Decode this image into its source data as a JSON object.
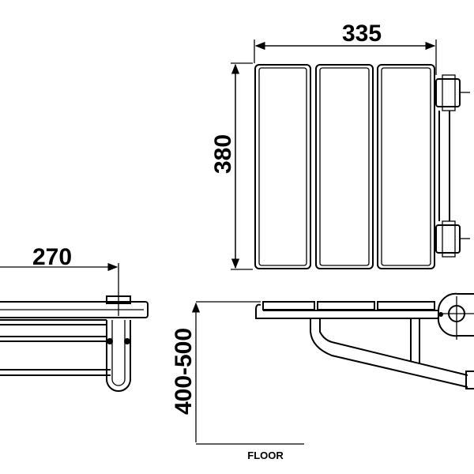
{
  "dimensions": {
    "width": "335",
    "depth": "380",
    "side_depth": "270",
    "height_range": "400-500"
  },
  "labels": {
    "floor": "FLOOR"
  },
  "colors": {
    "line": "#000000",
    "background": "#ffffff"
  }
}
